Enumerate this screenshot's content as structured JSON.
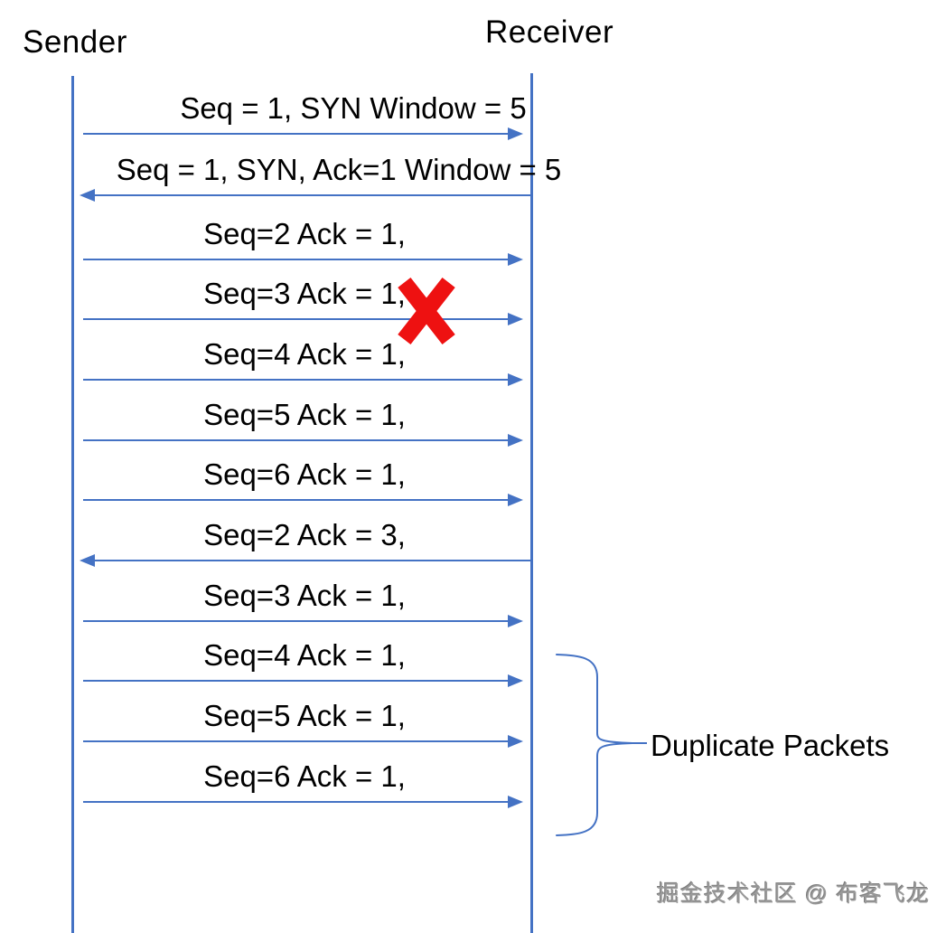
{
  "diagram": {
    "title_hint": "TCP sliding window retransmission sequence",
    "sender_label": "Sender",
    "receiver_label": "Receiver",
    "messages": [
      {
        "text": "Seq = 1, SYN Window = 5",
        "direction": "right",
        "dropped": false
      },
      {
        "text": "Seq = 1, SYN, Ack=1 Window = 5",
        "direction": "left",
        "dropped": false
      },
      {
        "text": "Seq=2 Ack = 1,",
        "direction": "right",
        "dropped": false
      },
      {
        "text": "Seq=3 Ack = 1,",
        "direction": "right",
        "dropped": true
      },
      {
        "text": "Seq=4 Ack = 1,",
        "direction": "right",
        "dropped": false
      },
      {
        "text": "Seq=5 Ack = 1,",
        "direction": "right",
        "dropped": false
      },
      {
        "text": "Seq=6 Ack = 1,",
        "direction": "right",
        "dropped": false
      },
      {
        "text": "Seq=2 Ack = 3,",
        "direction": "left",
        "dropped": false
      },
      {
        "text": "Seq=3 Ack = 1,",
        "direction": "right",
        "dropped": false
      },
      {
        "text": "Seq=4 Ack = 1,",
        "direction": "right",
        "dropped": false
      },
      {
        "text": "Seq=5 Ack = 1,",
        "direction": "right",
        "dropped": false
      },
      {
        "text": "Seq=6 Ack = 1,",
        "direction": "right",
        "dropped": false
      }
    ],
    "annotation": {
      "label": "Duplicate Packets",
      "applies_to": [
        "Seq=4 Ack = 1,",
        "Seq=5 Ack = 1,",
        "Seq=6 Ack = 1,"
      ]
    },
    "drop_marker": "X",
    "colors": {
      "line": "#4472C4",
      "drop": "#EE1111",
      "text": "#000000",
      "watermark": "#9A9A9A"
    }
  },
  "watermark": {
    "text": "掘金技术社区 @ 布客飞龙"
  }
}
